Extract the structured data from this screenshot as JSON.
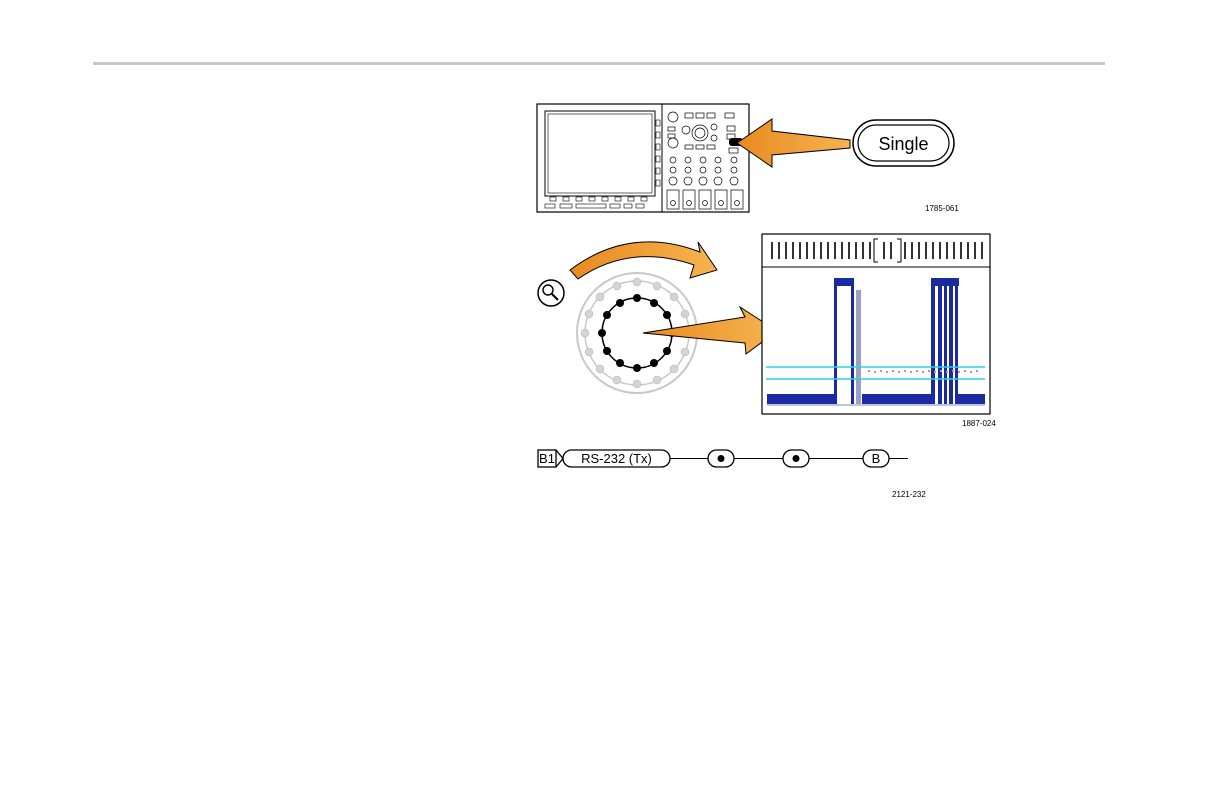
{
  "figure_1": {
    "button_label": "Single",
    "figure_code": "1785-061"
  },
  "figure_2": {
    "figure_code": "1887-024"
  },
  "figure_3": {
    "bus_label": "B1",
    "protocol_label": "RS-232 (Tx)",
    "end_label": "B",
    "figure_code": "2121-232"
  },
  "colors": {
    "arrow_orange": "#f0a030",
    "waveform_blue": "#1a2aa0",
    "cursor_cyan": "#30d0e0"
  }
}
